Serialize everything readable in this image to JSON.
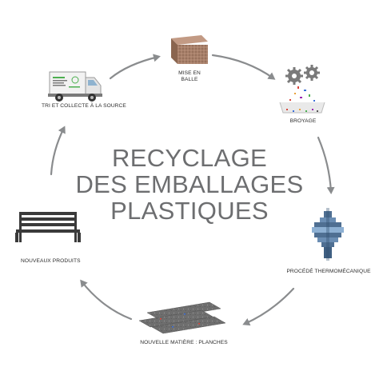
{
  "title": {
    "line1": "RECYCLAGE",
    "line2": "DES EMBALLAGES",
    "line3": "PLASTIQUES"
  },
  "steps": {
    "bale": {
      "line1": "MISE EN",
      "line2": "BALLE",
      "icon": "hay-bale-icon"
    },
    "grinding": {
      "label": "BROYAGE",
      "icon": "gears-shredder-icon"
    },
    "thermo": {
      "label": "PROCÉDÉ THERMOMÉCANIQUE",
      "icon": "extruder-icon"
    },
    "planks": {
      "label": "NOUVELLE MATIÈRE : PLANCHES",
      "icon": "planks-icon"
    },
    "products": {
      "label": "NOUVEAUX PRODUITS",
      "icon": "bench-icon"
    },
    "collection": {
      "label": "TRI ET COLLECTE À LA SOURCE",
      "icon": "truck-icon"
    }
  },
  "colors": {
    "title": "#6d6e70",
    "arrows": "#8a8c8e",
    "bale": "#a8806a",
    "machine": "#5b7fa3",
    "planks": "#6b6b6b",
    "bench": "#3a3a3a"
  }
}
